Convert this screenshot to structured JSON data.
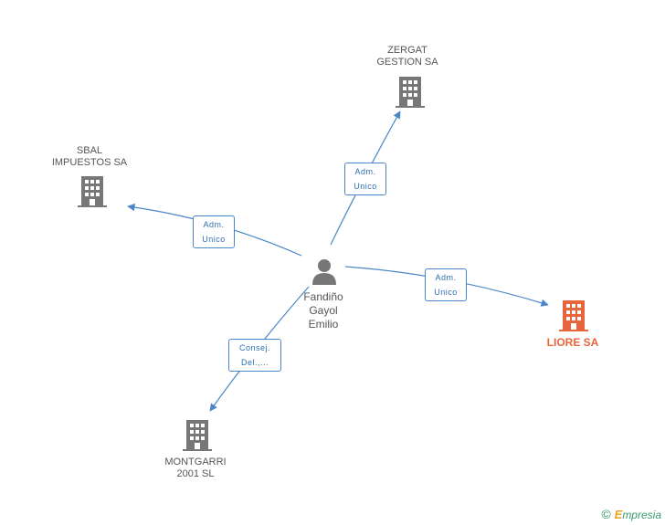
{
  "nodes": {
    "center": {
      "line1": "Fandiño",
      "line2": "Gayol",
      "line3": "Emilio"
    },
    "zergat": {
      "line1": "ZERGAT",
      "line2": "GESTION SA"
    },
    "sbal": {
      "line1": "SBAL",
      "line2": "IMPUESTOS SA"
    },
    "liore": {
      "line1": "LIORE SA"
    },
    "montgarri": {
      "line1": "MONTGARRI",
      "line2": "2001 SL"
    }
  },
  "edges": {
    "zergat": {
      "line1": "Adm.",
      "line2": "Unico"
    },
    "sbal": {
      "line1": "Adm.",
      "line2": "Unico"
    },
    "liore": {
      "line1": "Adm.",
      "line2": "Unico"
    },
    "montgarri": {
      "line1": "Consej.",
      "line2": "Del.,..."
    }
  },
  "colors": {
    "edge": "#4a86c8",
    "building": "#777777",
    "focus": "#e8643c",
    "person": "#777777"
  },
  "footer": {
    "copyright": "©",
    "brand_initial": "E",
    "brand_rest": "mpresia"
  }
}
